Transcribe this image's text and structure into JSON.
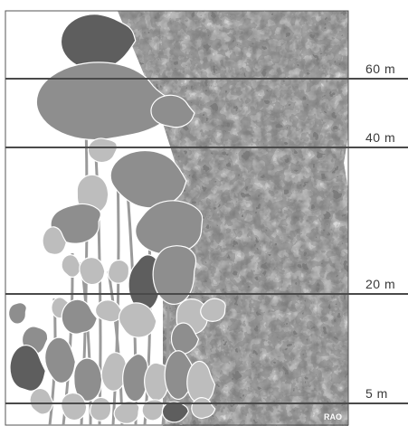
{
  "figure": {
    "height_markers": [
      {
        "label": "60 m",
        "meters": 60
      },
      {
        "label": "40 m",
        "meters": 40
      },
      {
        "label": "20 m",
        "meters": 20
      },
      {
        "label": "5 m",
        "meters": 5
      }
    ],
    "watermark": "RAO",
    "colors": {
      "frame": "#555555",
      "rule": "#4a4a4a",
      "leaf_light": "#bdbdbd",
      "leaf_mid": "#8e8e8e",
      "leaf_dark": "#5e5e5e",
      "trunk": "#9a9a9a"
    }
  }
}
